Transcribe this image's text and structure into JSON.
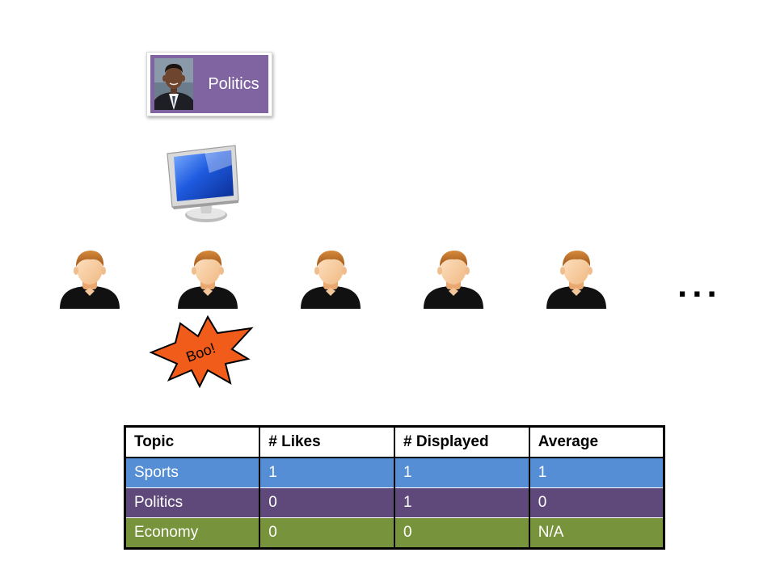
{
  "topic_card": {
    "label": "Politics",
    "portrait_icon": "person-portrait-icon",
    "background_color": "#8064a2"
  },
  "device_icon": "computer-monitor-icon",
  "people": {
    "icon": "user-icon",
    "count_shown": 5,
    "continuation": "..."
  },
  "reaction": {
    "text": "Boo!",
    "fill_color": "#f25c1a"
  },
  "topic_table": {
    "headers": [
      "Topic",
      "# Likes",
      "# Displayed",
      "Average"
    ],
    "rows": [
      {
        "topic": "Sports",
        "likes": "1",
        "displayed": "1",
        "average": "1",
        "color": "#558ed5"
      },
      {
        "topic": "Politics",
        "likes": "0",
        "displayed": "1",
        "average": "0",
        "color": "#5f497a"
      },
      {
        "topic": "Economy",
        "likes": "0",
        "displayed": "0",
        "average": "N/A",
        "color": "#77933c"
      }
    ]
  }
}
